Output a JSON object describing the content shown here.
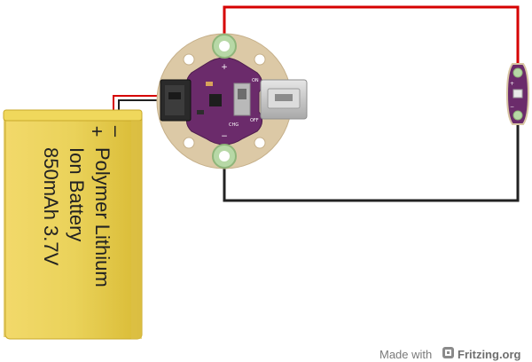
{
  "battery": {
    "line1": "Polymer Lithium",
    "line2": "Ion Battery",
    "line3": "850mAh 3.7V",
    "plus_symbol": "+",
    "minus_symbol": "–"
  },
  "board": {
    "plus_label": "+",
    "minus_label": "−",
    "on_label": "ON",
    "off_label": "OFF",
    "chg_label": "CHG"
  },
  "led_board": {
    "plus_label": "+",
    "minus_label": "−"
  },
  "watermark": {
    "made_with": "Made with",
    "brand": "Fritzing",
    "tld": ".org"
  },
  "colors": {
    "wire_red": "#d60000",
    "wire_black": "#222222",
    "board_purple": "#6b2b6b",
    "board_outline": "#d8c6a3",
    "battery_gold": "#e0c234"
  }
}
